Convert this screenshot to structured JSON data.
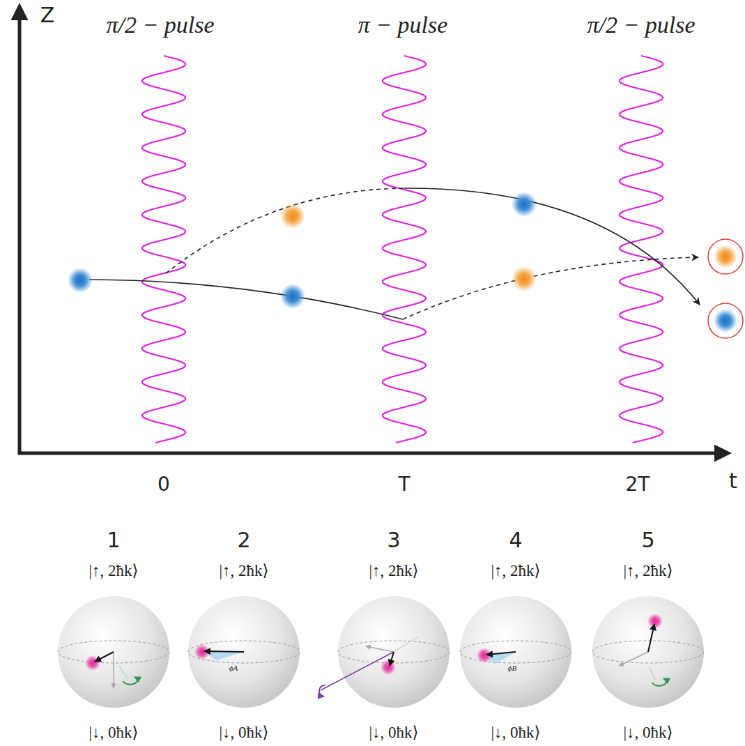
{
  "diagram": {
    "labels": [
      "Z",
      "π/2 − pulse",
      "π − pulse",
      "π/2 − pulse",
      "t",
      "0",
      "T",
      "2T",
      "1",
      "2",
      "3",
      "4",
      "5",
      "|↑, 2ħk⟩",
      "|↑, 2ħk⟩",
      "|↑, 2ħk⟩",
      "|↑, 2ħk⟩",
      "|↑, 2ħk⟩",
      "ϕA",
      "ϕB",
      "|↓, 0ħk⟩",
      "|↓, 0ħk⟩",
      "|↓, 0ħk⟩",
      "|↓, 0ħk⟩",
      "|↓, 0ħk⟩"
    ]
  }
}
